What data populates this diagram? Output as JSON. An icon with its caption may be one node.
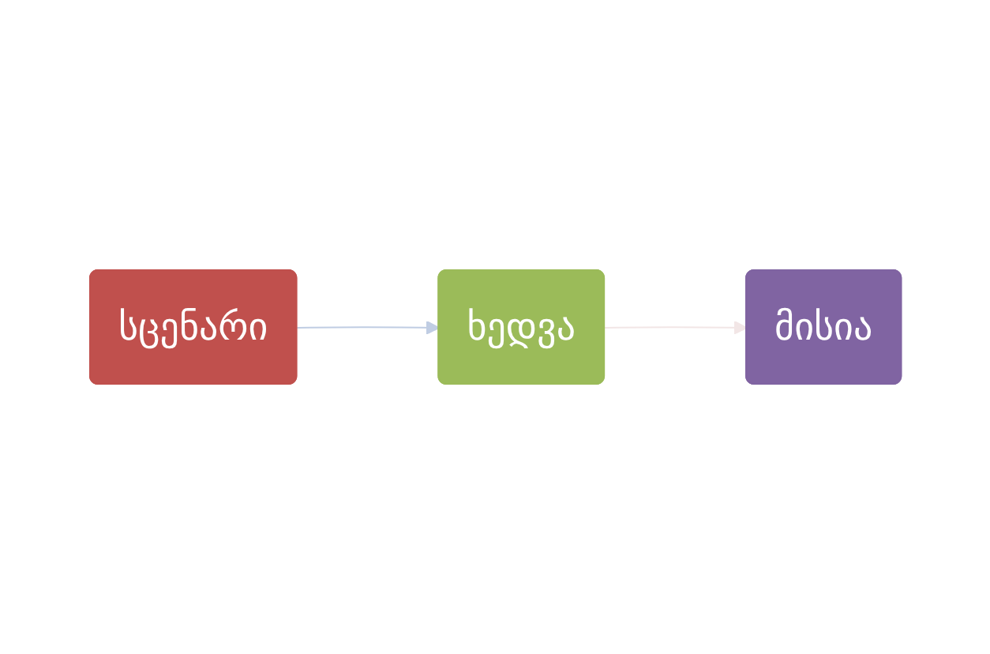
{
  "diagram": {
    "nodes": [
      {
        "text": [
          "სცენარი"
        ]
      },
      {
        "text": [
          "ხედვა"
        ]
      },
      {
        "text": [
          "მისია"
        ]
      }
    ],
    "edges": [
      {
        "from": 0,
        "to": 1,
        "arrow": "to",
        "color": "#c0cde3"
      },
      {
        "from": 1,
        "to": 2,
        "arrow": "to",
        "color": "#f2e6e6"
      }
    ]
  }
}
